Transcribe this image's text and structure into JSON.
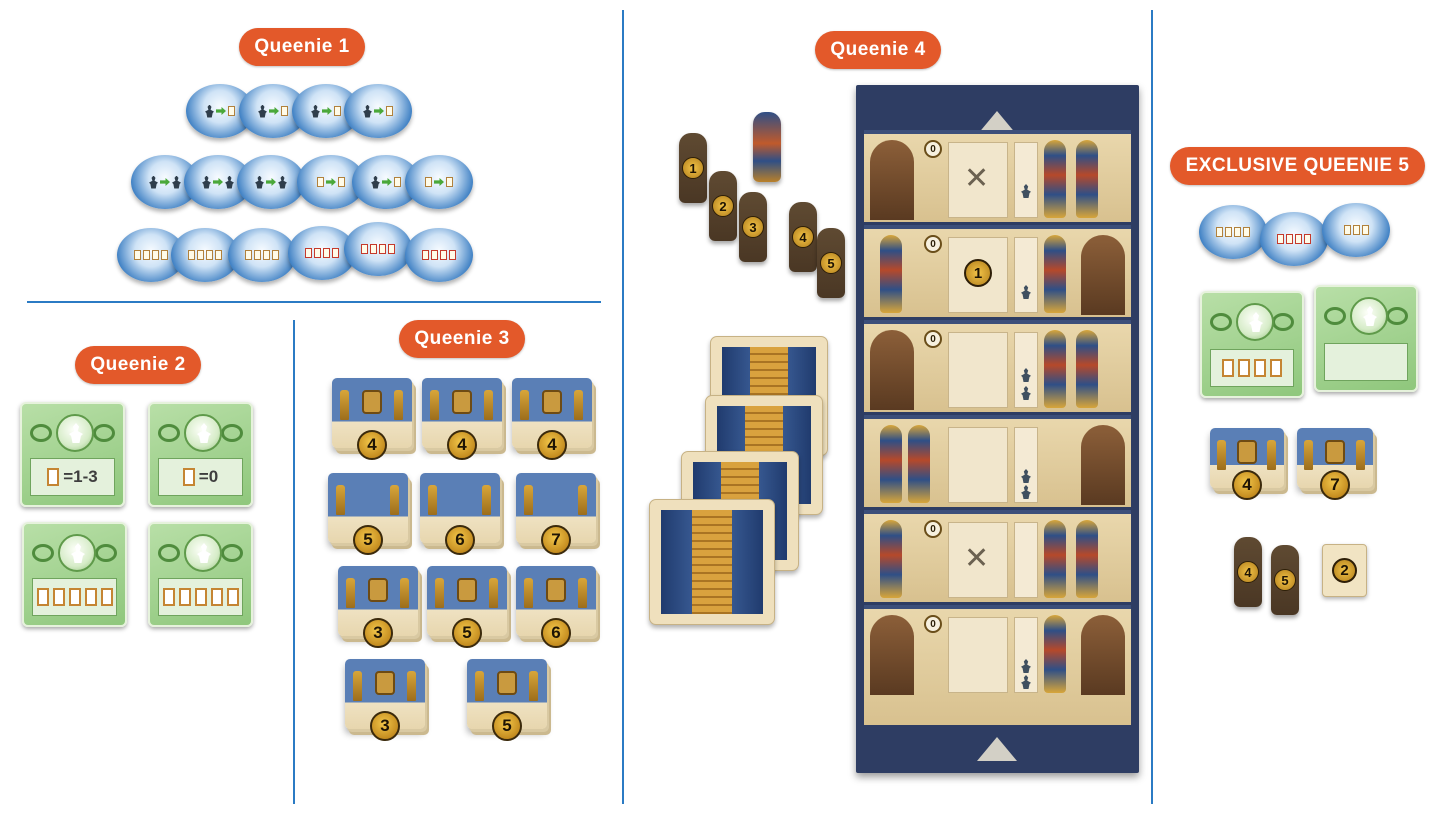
{
  "sections": {
    "q1": {
      "title": "Queenie 1"
    },
    "q2": {
      "title": "Queenie 2"
    },
    "q3": {
      "title": "Queenie 3"
    },
    "q4": {
      "title": "Queenie 4"
    },
    "q5": {
      "title": "EXCLUSIVE QUEENIE 5"
    }
  },
  "q2_cards": [
    {
      "rule": "=1-3"
    },
    {
      "rule": "=0"
    },
    {
      "rule": ""
    },
    {
      "rule": ""
    }
  ],
  "q3_tiles": [
    "4",
    "4",
    "4",
    "5",
    "6",
    "7",
    "3",
    "5",
    "6",
    "3",
    "5"
  ],
  "q4_sarcophagi": [
    "1",
    "2",
    "3",
    "4",
    "5"
  ],
  "board_rooms": [
    {
      "coin": "0",
      "mark": "✕"
    },
    {
      "coin": "0",
      "mark": "1"
    },
    {
      "coin": "0",
      "mark": ""
    },
    {
      "coin": "",
      "mark": ""
    },
    {
      "coin": "0",
      "mark": "✕"
    },
    {
      "coin": "0",
      "mark": ""
    }
  ],
  "q5_tiles": [
    "4",
    "7"
  ],
  "q5_sarcophagi": [
    "4",
    "5"
  ],
  "q5_single_tile": "2",
  "colors": {
    "label_bg": "#e3592a",
    "divider": "#2b7bc4"
  },
  "icons": {
    "token": "meeple-token-icon",
    "card": "card-icon",
    "coin": "coin-icon"
  }
}
